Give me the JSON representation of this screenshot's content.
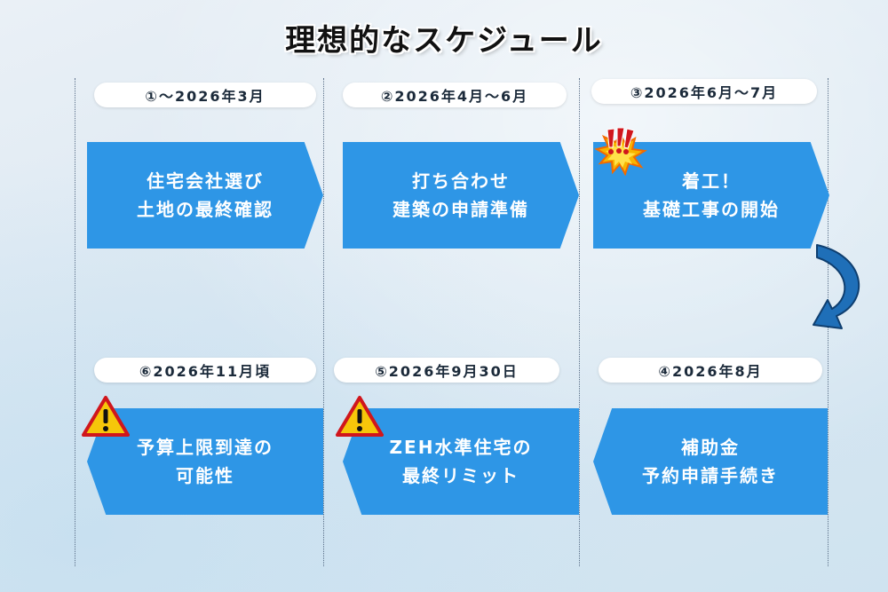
{
  "title": "理想的なスケジュール",
  "top_row": [
    {
      "date": "①～2026年3月",
      "line1": "住宅会社選び",
      "line2": "土地の最終確認"
    },
    {
      "date": "②2026年4月～6月",
      "line1": "打ち合わせ",
      "line2": "建築の申請準備"
    },
    {
      "date": "③2026年6月～7月",
      "line1": "着工！",
      "line2": "基礎工事の開始"
    }
  ],
  "bottom_row": [
    {
      "date": "⑥2026年11月頃",
      "line1": "予算上限到達の",
      "line2": "可能性"
    },
    {
      "date": "⑤2026年9月30日",
      "line1": "ZEH水準住宅の",
      "line2": "最終リミット"
    },
    {
      "date": "④2026年8月",
      "line1": "補助金",
      "line2": "予約申請手続き"
    }
  ],
  "colors": {
    "step": "#2e96e6",
    "arrow": "#1f6fb8",
    "warn": "#f6c60a"
  }
}
